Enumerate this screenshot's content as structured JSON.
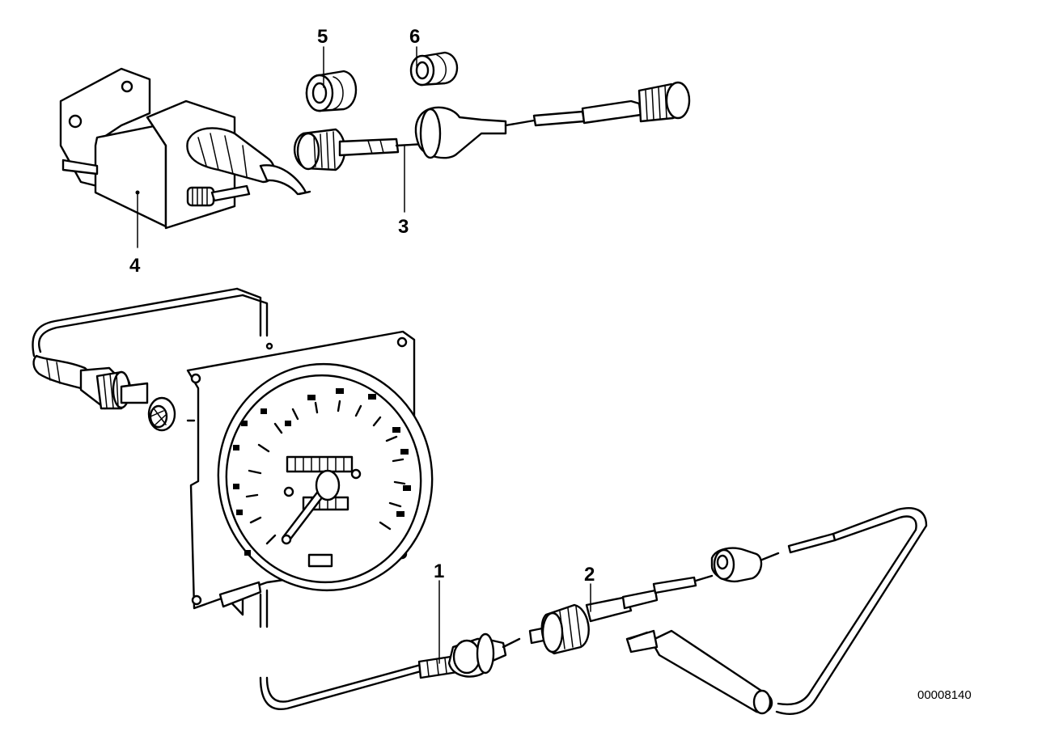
{
  "diagram": {
    "drawing_code": "00008140",
    "callouts": [
      {
        "id": "1",
        "text": "1"
      },
      {
        "id": "2",
        "text": "2"
      },
      {
        "id": "3",
        "text": "3"
      },
      {
        "id": "4",
        "text": "4"
      },
      {
        "id": "5",
        "text": "5"
      },
      {
        "id": "6",
        "text": "6"
      }
    ],
    "parts": [
      {
        "callout": "1",
        "icon": "speedometer-cable-icon"
      },
      {
        "callout": "2",
        "icon": "speedometer-cable-icon"
      },
      {
        "callout": "3",
        "icon": "speedometer-cable-icon"
      },
      {
        "callout": "4",
        "icon": "cable-drive-gearbox-icon"
      },
      {
        "callout": "5",
        "icon": "grommet-icon"
      },
      {
        "callout": "6",
        "icon": "grommet-icon"
      }
    ]
  }
}
